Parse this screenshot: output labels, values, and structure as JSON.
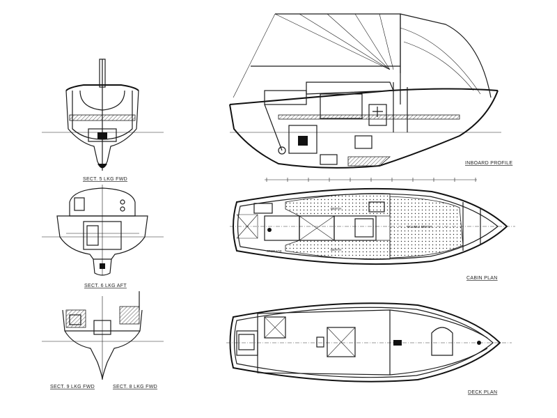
{
  "title": "Sailboat design drawings",
  "sections": [
    {
      "caption": "SECT. 5  LKG FWD"
    },
    {
      "caption": "SECT. 6  LKG AFT"
    },
    {
      "caption": "SECT. 9  LKG FWD"
    },
    {
      "caption": "SECT. 8  LKG FWD"
    }
  ],
  "views": {
    "inboard_profile": "INBOARD PROFILE",
    "cabin_plan": "CABIN PLAN",
    "deck_plan": "DECK PLAN"
  },
  "cabin_labels": {
    "berth_port": "BERTH",
    "berth_stbd": "BERTH",
    "double_berth": "DOUBLE BERTH",
    "storage": "STORAGE"
  },
  "colors": {
    "ink": "#1a1a1a",
    "paper": "#ffffff"
  }
}
